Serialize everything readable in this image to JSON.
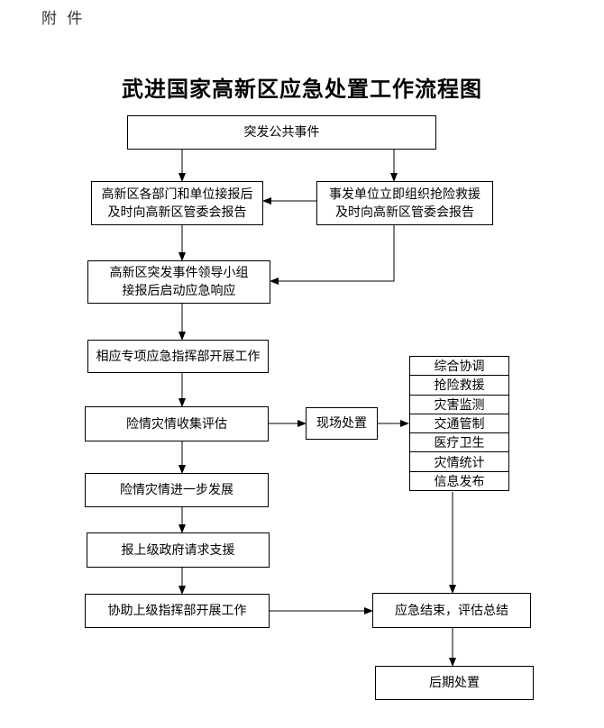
{
  "header": {
    "attachment_label": "附 件"
  },
  "title": "武进国家高新区应急处置工作流程图",
  "nodes": {
    "incident": "突发公共事件",
    "departments_report": [
      "高新区各部门和单位接报后",
      "及时向高新区管委会报告"
    ],
    "unit_rescue": [
      "事发单位立即组织抢险救援",
      "及时向高新区管委会报告"
    ],
    "leading_group": [
      "高新区突发事件领导小组",
      "接报后启动应急响应"
    ],
    "command_center": "相应专项应急指挥部开展工作",
    "collect_assess": "险情灾情收集评估",
    "onsite": "现场处置",
    "develop": "险情灾情进一步发展",
    "request_support": "报上级政府请求支援",
    "assist_superior": "协助上级指挥部开展工作",
    "end_assess": "应急结束，评估总结",
    "aftermath": "后期处置"
  },
  "onsite_tasks": [
    "综合协调",
    "抢险救援",
    "灾害监测",
    "交通管制",
    "医疗卫生",
    "灾情统计",
    "信息发布"
  ]
}
